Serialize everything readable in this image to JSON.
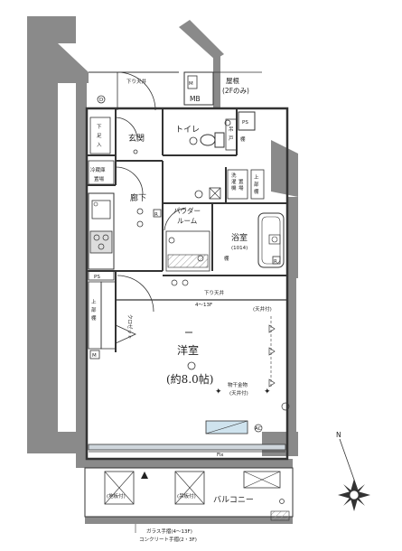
{
  "colors": {
    "wall": "#8a8a8a",
    "wall_dark": "#6f6f6f",
    "line": "#333333",
    "hatch": "#9a9a9a",
    "glass": "#cfd6dc",
    "aircon": "#cfe3ee"
  },
  "labels": {
    "ceiling_down_top": "下り天井",
    "mb": "MB",
    "ceiling_open_line1": "屋根",
    "ceiling_open_line2": "(2Fのみ)",
    "toilet": "トイレ",
    "hand_wash_line1": "吊",
    "hand_wash_line2": "戸",
    "shelf_small": "棚",
    "ps_top": "PS",
    "shoe_box_line1": "下",
    "shoe_box_line2": "足",
    "shoe_box_line3": "入",
    "entrance": "玄関",
    "fridge_line1": "冷蔵庫",
    "fridge_line2": "置場",
    "hallway": "廊下",
    "powder_room_line1": "パウダー",
    "powder_room_line2": "ルーム",
    "washer_line1": "洗",
    "washer_line2": "濯",
    "washer_line3": "機",
    "washer_line4": "置",
    "washer_line5": "場",
    "upper_shelf_line1": "上",
    "upper_shelf_line2": "部",
    "upper_shelf_line3": "棚",
    "bath": "浴室",
    "bath_size": "(1014)",
    "ps_left": "PS",
    "ceiling_down_mid": "下り天井",
    "floor_range": "4〜13F",
    "ceiling_attached_top": "(天井付)",
    "upper_cab_line1": "上",
    "upper_cab_line2": "部",
    "upper_cab_line3": "棚",
    "closet": "クロゼット",
    "m_mark": "M",
    "western_room": "洋室",
    "room_size": "(約8.0帖)",
    "drying_line1": "物干金物",
    "drying_line2": "(天井付)",
    "ac_mark": "AC",
    "fix": "Fix",
    "outdoor_unit_left": "(地板付)",
    "outdoor_unit_right": "(吊板付)",
    "balcony": "バルコニー",
    "railing_note_line1": "ガラス手摺(4〜13F)",
    "railing_note_line2": "コンクリート手摺(2・3F)",
    "compass_n": "N",
    "shelf_bath": "棚",
    "r_mark": "R",
    "d_mark": "D"
  }
}
